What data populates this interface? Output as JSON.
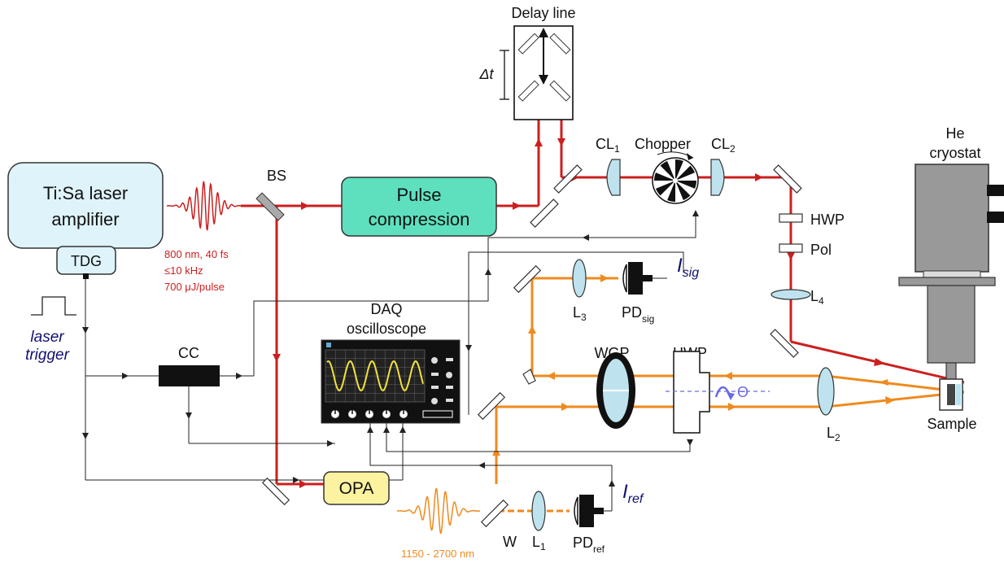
{
  "colors": {
    "red_beam": "#cc1f1f",
    "orange_beam": "#ef8a1e",
    "signal_label": "#101070",
    "laser_box": "#dff3fb",
    "pulse_box": "#5ee0bf",
    "opa_box": "#fbf3a0",
    "lens": "#bfe3ee"
  },
  "labels": {
    "laser_line1": "Ti:Sa laser",
    "laser_line2": "amplifier",
    "tdg": "TDG",
    "laser_spec1": "800 nm, 40 fs",
    "laser_spec2": "≤10 kHz",
    "laser_spec3": "700 μJ/pulse",
    "laser_trigger1": "laser",
    "laser_trigger2": "trigger",
    "bs": "BS",
    "pulse_line1": "Pulse",
    "pulse_line2": "compression",
    "delay_line": "Delay line",
    "delta_t": "Δt",
    "cl1": "CL",
    "cl1_sub": "1",
    "chopper": "Chopper",
    "cl2": "CL",
    "cl2_sub": "2",
    "hwp_top": "HWP",
    "pol": "Pol",
    "l4": "L",
    "l4_sub": "4",
    "he_line1": "He",
    "he_line2": "cryostat",
    "sample": "Sample",
    "i_sig": "I",
    "i_sig_sub": "sig",
    "l3": "L",
    "l3_sub": "3",
    "pd_sig": "PD",
    "pd_sig_sub": "sig",
    "daq_line1": "DAQ",
    "daq_line2": "oscilloscope",
    "cc": "CC",
    "wgp": "WGP",
    "hwp_main": "HWP",
    "theta": "Θ",
    "l2": "L",
    "l2_sub": "2",
    "opa": "OPA",
    "opa_spec": "1150 - 2700 nm",
    "w": "W",
    "l1": "L",
    "l1_sub": "1",
    "pd_ref": "PD",
    "pd_ref_sub": "ref",
    "i_ref": "I",
    "i_ref_sub": "ref"
  },
  "icons": [
    "mirror",
    "lens",
    "photodiode",
    "chopper-wheel",
    "oscilloscope",
    "cryostat",
    "waveplate",
    "polarizer"
  ]
}
